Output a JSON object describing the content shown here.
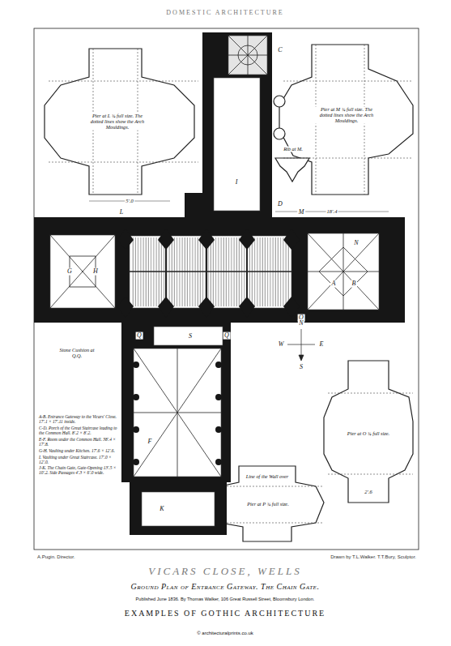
{
  "diagram": {
    "title": "VICARS CLOSE, WELLS",
    "caption": "Ground Plan of Entrance Gateway. The Chain Gate.",
    "labels": [
      "DOMESTIC ARCHITECTURE",
      "Pier at L ¾ full size. The dotted lines show the Arch Mouldings.",
      "Pier at M ¾ full size. The dotted lines show the Arch Mouldings.",
      "Rib at M.",
      "Stone Cushion at Q.Q.",
      "Pier at O ¾ full size.",
      "Line of the Wall over",
      "Pier at P ¾ full size.",
      "5'.0",
      "18'.4",
      "2'.6",
      "G",
      "H",
      "I",
      "C",
      "D",
      "L",
      "M",
      "A",
      "B",
      "N",
      "O",
      "Q",
      "Q",
      "S",
      "F",
      "K",
      "N",
      "W",
      "E",
      "S",
      "A-B. Entrance Gateway to the Vicars' Close. 17'.1 × 17'.11 inside.",
      "C-D. Porch of the Great Staircase leading to the Common Hall. 8'.2 × 8'.2.",
      "E-F. Room under the Common Hall. 38'.4 × 17'.8.",
      "G-H. Vaulting under Kitchen. 17'.6 × 12'.6.",
      "I. Vaulting under Great Staircase. 17'.0 × 12'.0.",
      "J-K. The Chain Gate, Gate-Opening 13'.5 × 10'.2. Side Passages 4'.3 × 6'.0 wide.",
      "A.Pugin. Director.",
      "Drawn by T.L.Walker. T.T.Bury, Sculptor.",
      "Published June 1836. By Thomas Walker, 106 Great Russell Street, Bloomsbury London.",
      "EXAMPLES OF GOTHIC ARCHITECTURE",
      "© architecturalprints.co.uk"
    ]
  }
}
